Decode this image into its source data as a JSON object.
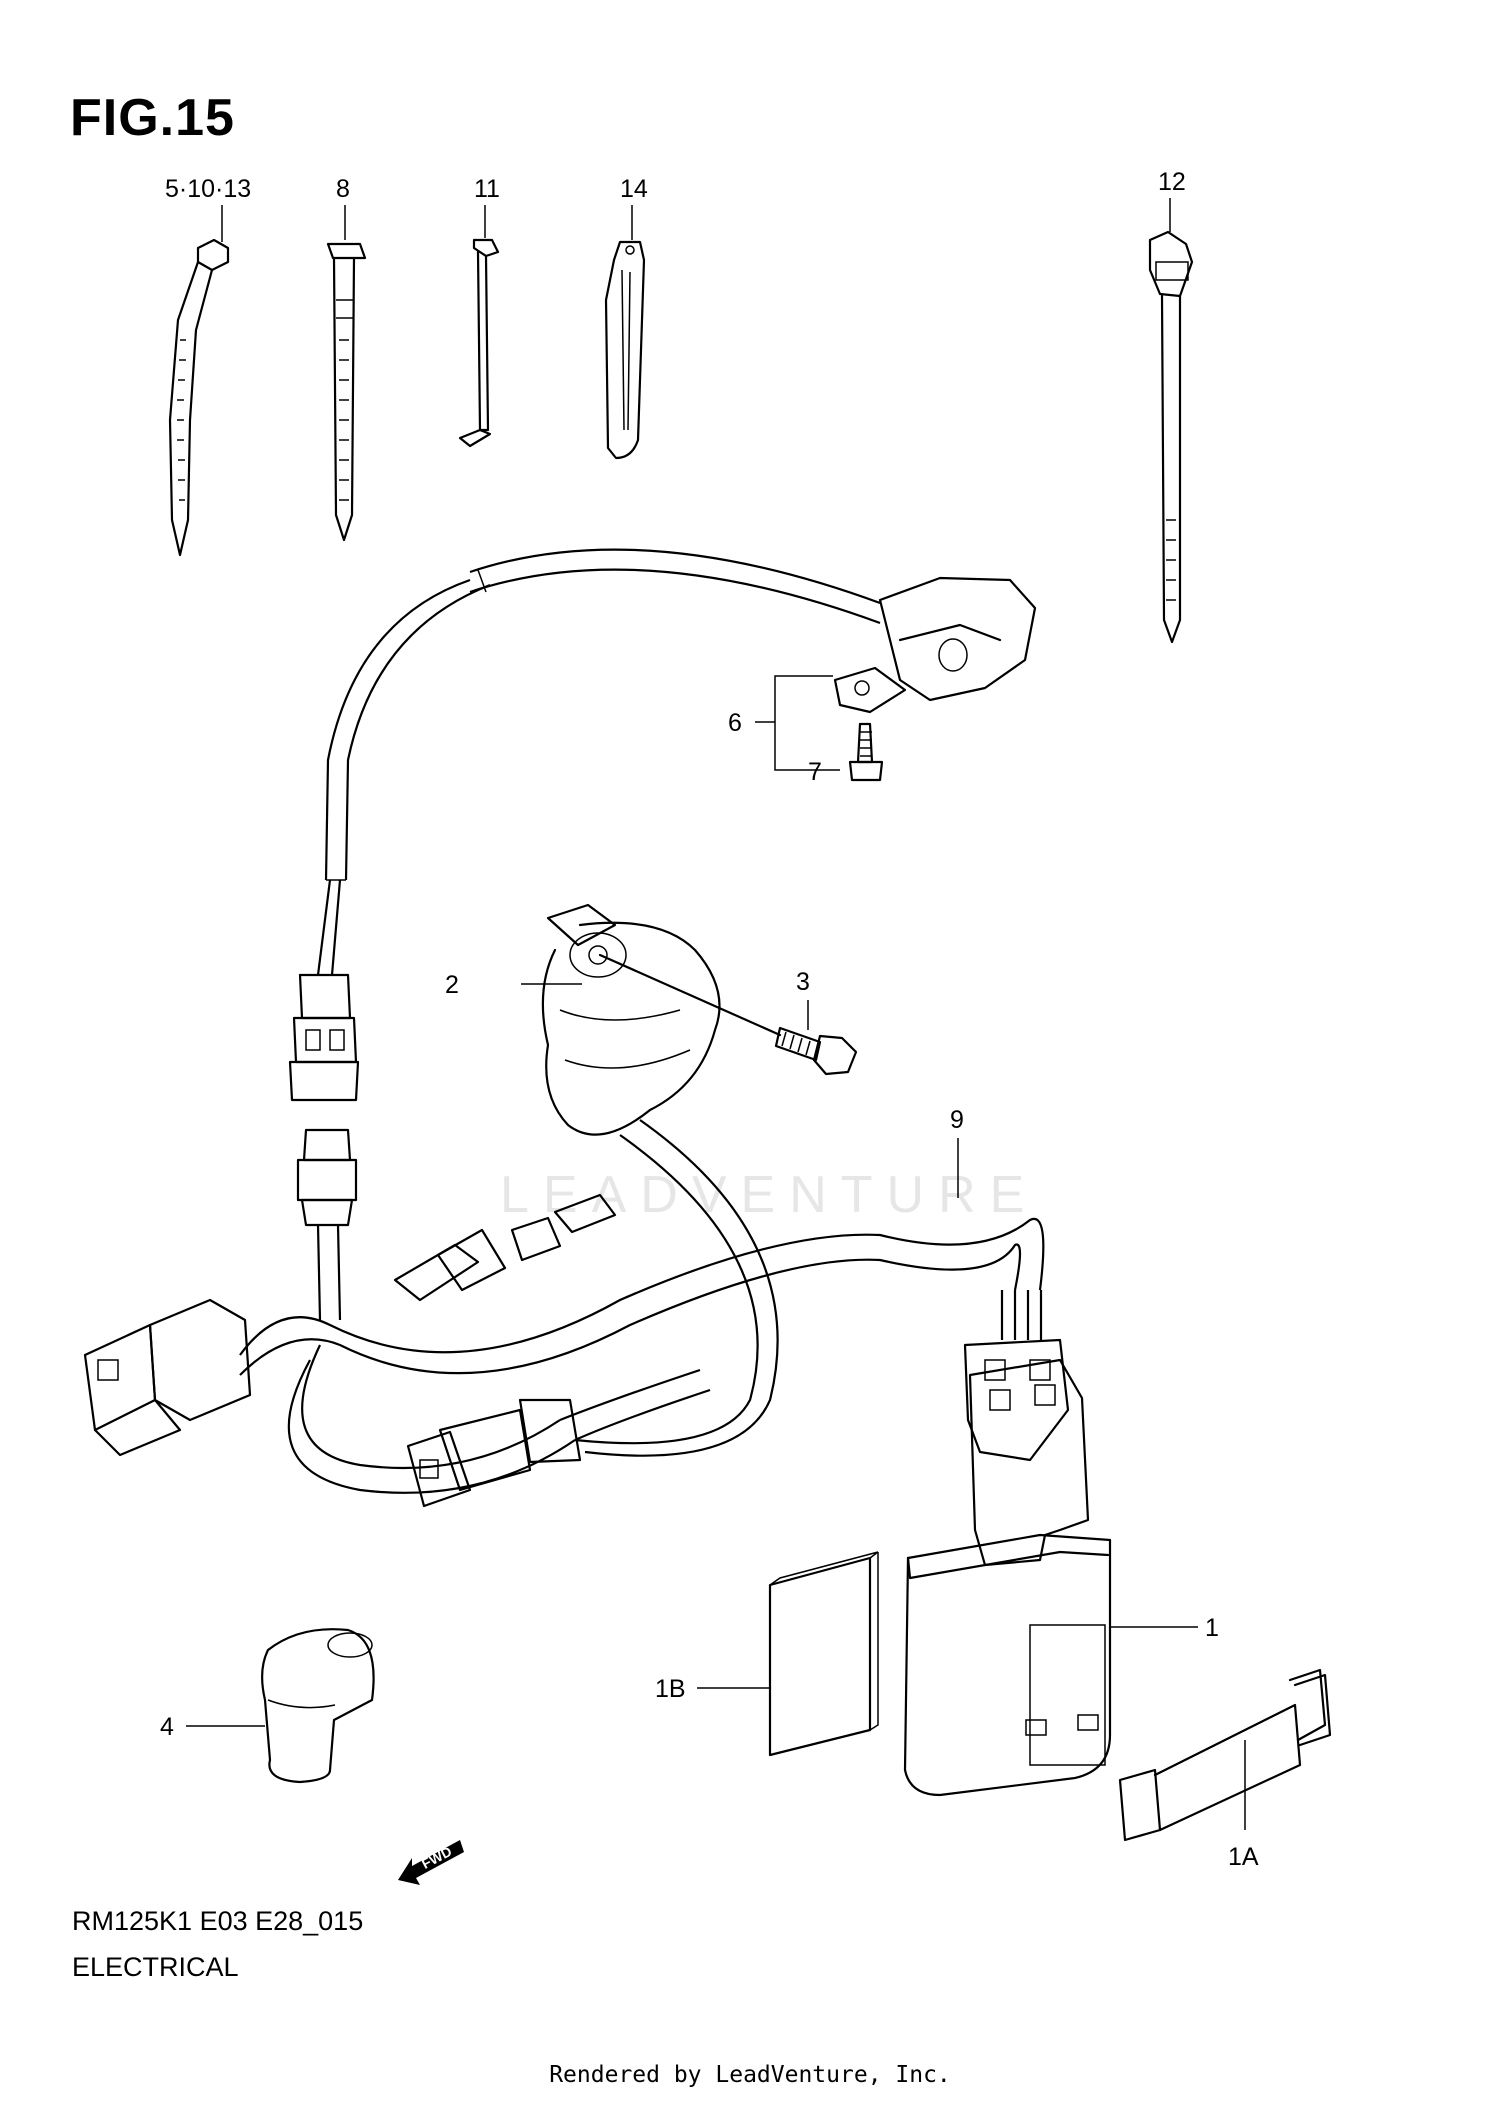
{
  "figure": {
    "title": "FIG.15"
  },
  "model_code": "RM125K1 E03 E28_015",
  "section_title": "ELECTRICAL",
  "footer": "Rendered by LeadVenture, Inc.",
  "watermark": "LEADVENTURE",
  "callouts": {
    "c_5_10_13": "5·10·13",
    "c_8": "8",
    "c_11": "11",
    "c_14": "14",
    "c_12": "12",
    "c_6": "6",
    "c_7": "7",
    "c_2": "2",
    "c_3": "3",
    "c_9": "9",
    "c_1": "1",
    "c_1b": "1B",
    "c_4": "4",
    "c_1a": "1A",
    "fwd": "FWD"
  }
}
